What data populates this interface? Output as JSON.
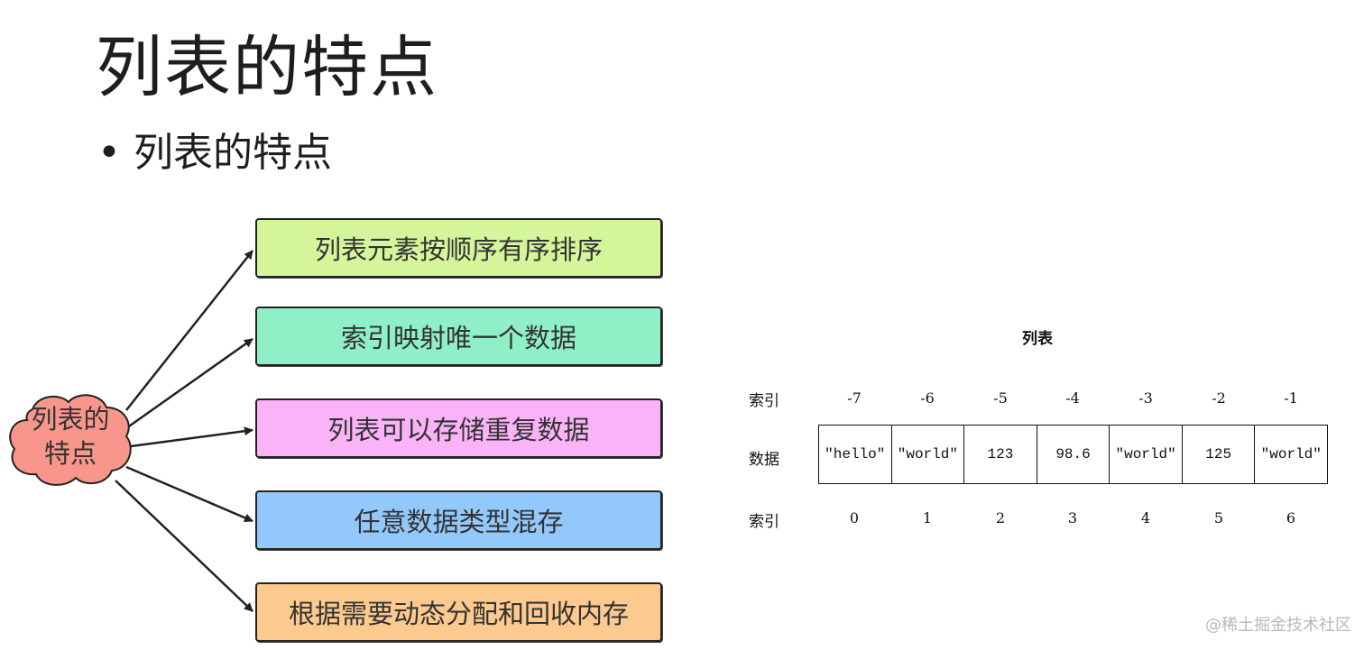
{
  "slide": {
    "title": "列表的特点",
    "bullet": "列表的特点"
  },
  "mindmap": {
    "center_label": "列表的\n特点",
    "center_color": "#f9968b",
    "features": [
      {
        "label": "列表元素按顺序有序排序",
        "color": "#d5f59b"
      },
      {
        "label": "索引映射唯一个数据",
        "color": "#8fefc6"
      },
      {
        "label": "列表可以存储重复数据",
        "color": "#fab3f7"
      },
      {
        "label": "任意数据类型混存",
        "color": "#92c8fc"
      },
      {
        "label": "根据需要动态分配和回收内存",
        "color": "#fcc98f"
      }
    ]
  },
  "list_diagram": {
    "title": "列表",
    "row_label_negative": "索引",
    "row_label_data": "数据",
    "row_label_positive": "索引",
    "negative_indices": [
      "-7",
      "-6",
      "-5",
      "-4",
      "-3",
      "-2",
      "-1"
    ],
    "values": [
      "\"hello\"",
      "\"world\"",
      "123",
      "98.6",
      "\"world\"",
      "125",
      "\"world\""
    ],
    "positive_indices": [
      "0",
      "1",
      "2",
      "3",
      "4",
      "5",
      "6"
    ]
  },
  "watermark": "@稀土掘金技术社区"
}
